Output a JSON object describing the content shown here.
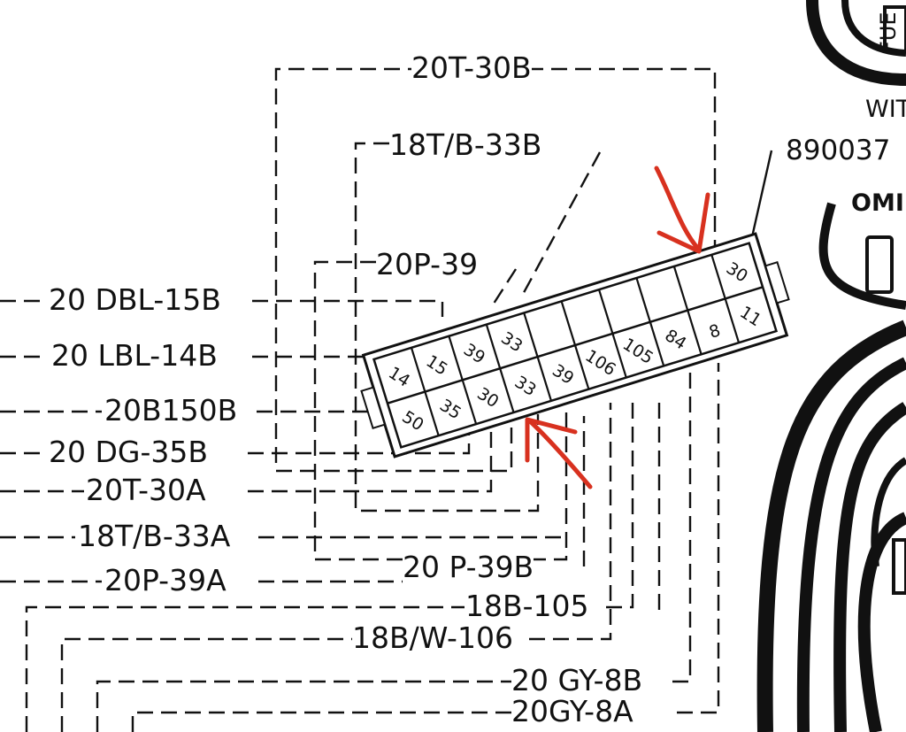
{
  "wire_labels": {
    "w20t30b": "20T-30B",
    "w18tb33b": "18T/B-33B",
    "w20p39": "20P-39",
    "w20dbl15b": "20 DBL-15B",
    "w20lbl14b": "20 LBL-14B",
    "w20b150b": "20B150B",
    "w20dg35b": "20 DG-35B",
    "w20t30a": "20T-30A",
    "w18tb33a": "18T/B-33A",
    "w20p39a": "20P-39A",
    "w20p39b": "20 P-39B",
    "w18b105": "18B-105",
    "w18bw106": "18B/W-106",
    "w20gy8b": "20 GY-8B",
    "w20gy8a": "20GY-8A",
    "w890037": "890037"
  },
  "right_labels": {
    "fue": "FUE",
    "wit": "WIT",
    "omi": "OMI"
  },
  "connector": {
    "top_row": [
      "14",
      "15",
      "39",
      "33",
      "",
      "",
      "",
      "",
      "",
      "30"
    ],
    "bottom_row": [
      "50",
      "35",
      "30",
      "33",
      "39",
      "106",
      "105",
      "84",
      "",
      "11"
    ],
    "extra_pin": "8"
  },
  "annotation_color": "#d8311f"
}
